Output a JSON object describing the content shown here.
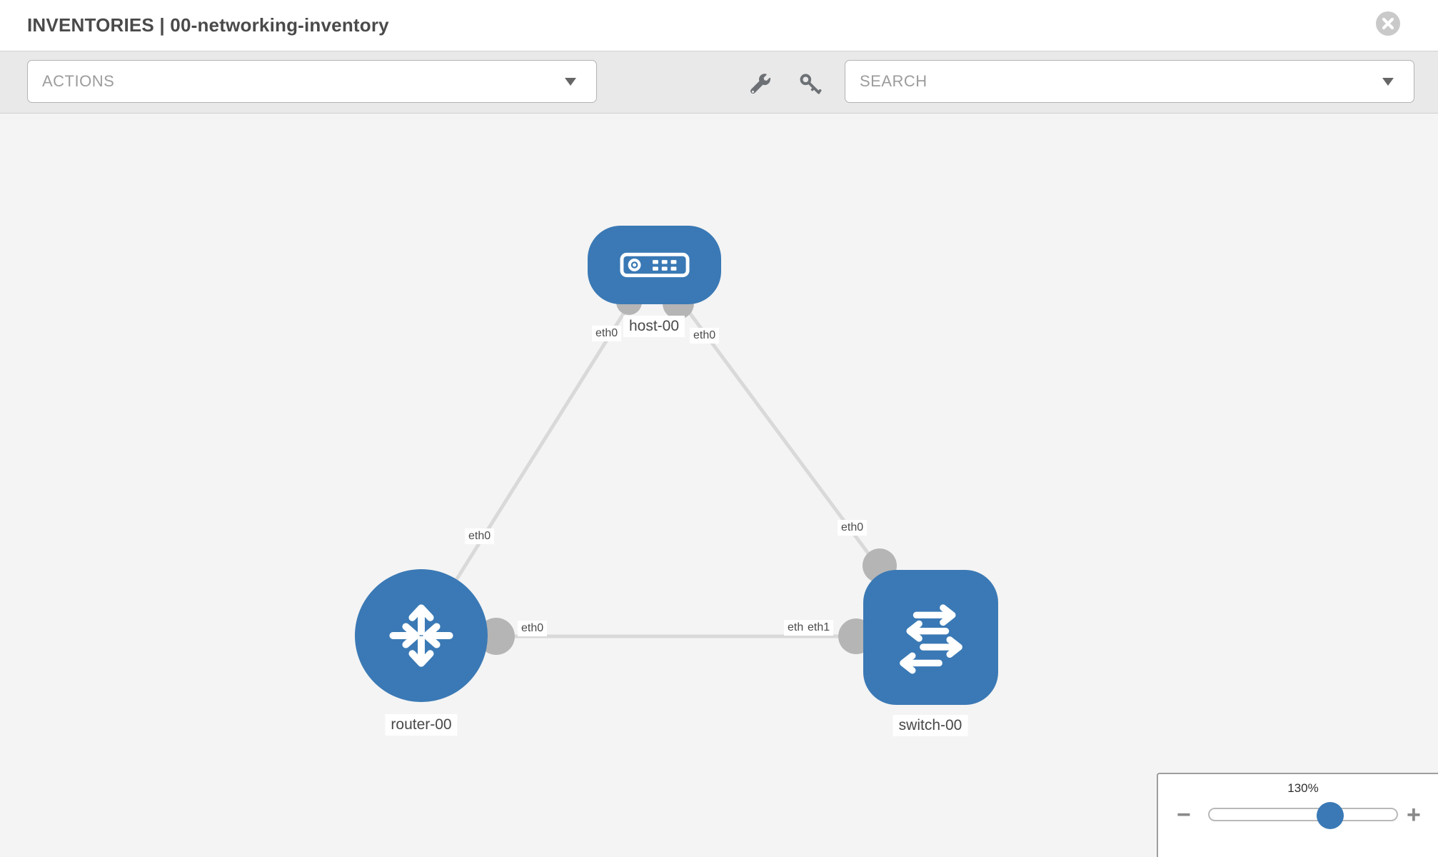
{
  "header": {
    "title": "INVENTORIES | 00-networking-inventory",
    "close_icon": "circle-x-icon"
  },
  "toolbar": {
    "actions_dropdown": {
      "label": "ACTIONS",
      "caret_icon": "chevron-down-icon"
    },
    "wrench_tool_icon": "wrench-icon",
    "key_tool_icon": "key-icon",
    "search_dropdown": {
      "label": "SEARCH",
      "caret_icon": "chevron-down-icon"
    }
  },
  "canvas": {
    "nodes": [
      {
        "name": "host-00",
        "kind": "host",
        "icon": "server-icon",
        "shape": "rounded-rect"
      },
      {
        "name": "router-00",
        "kind": "router",
        "icon": "router-arrows-icon",
        "shape": "circle"
      },
      {
        "name": "switch-00",
        "kind": "switch",
        "icon": "switch-arrows-icon",
        "shape": "rounded-square"
      }
    ],
    "links": [
      {
        "from": "router-00",
        "to": "host-00",
        "from_label": "eth0",
        "to_label": "eth0"
      },
      {
        "from": "host-00",
        "to": "switch-00",
        "from_label": "eth0",
        "to_label": "eth0"
      },
      {
        "from": "router-00",
        "to": "switch-00",
        "from_label": "eth0",
        "to_label_stack": [
          "eth0",
          "eth1"
        ]
      }
    ]
  },
  "zoom_control": {
    "level": "130%",
    "minus_label": "−",
    "plus_label": "+"
  },
  "colors": {
    "node_blue": "#3a79b5",
    "link_gray": "#d9d9d9",
    "interface_dot_gray": "#b5b5b5",
    "toolbar_gray": "#e9e9e9",
    "canvas_gray": "#f4f4f4",
    "placeholder_gray": "#9c9c9c",
    "title_gray": "#4a4a4a"
  }
}
